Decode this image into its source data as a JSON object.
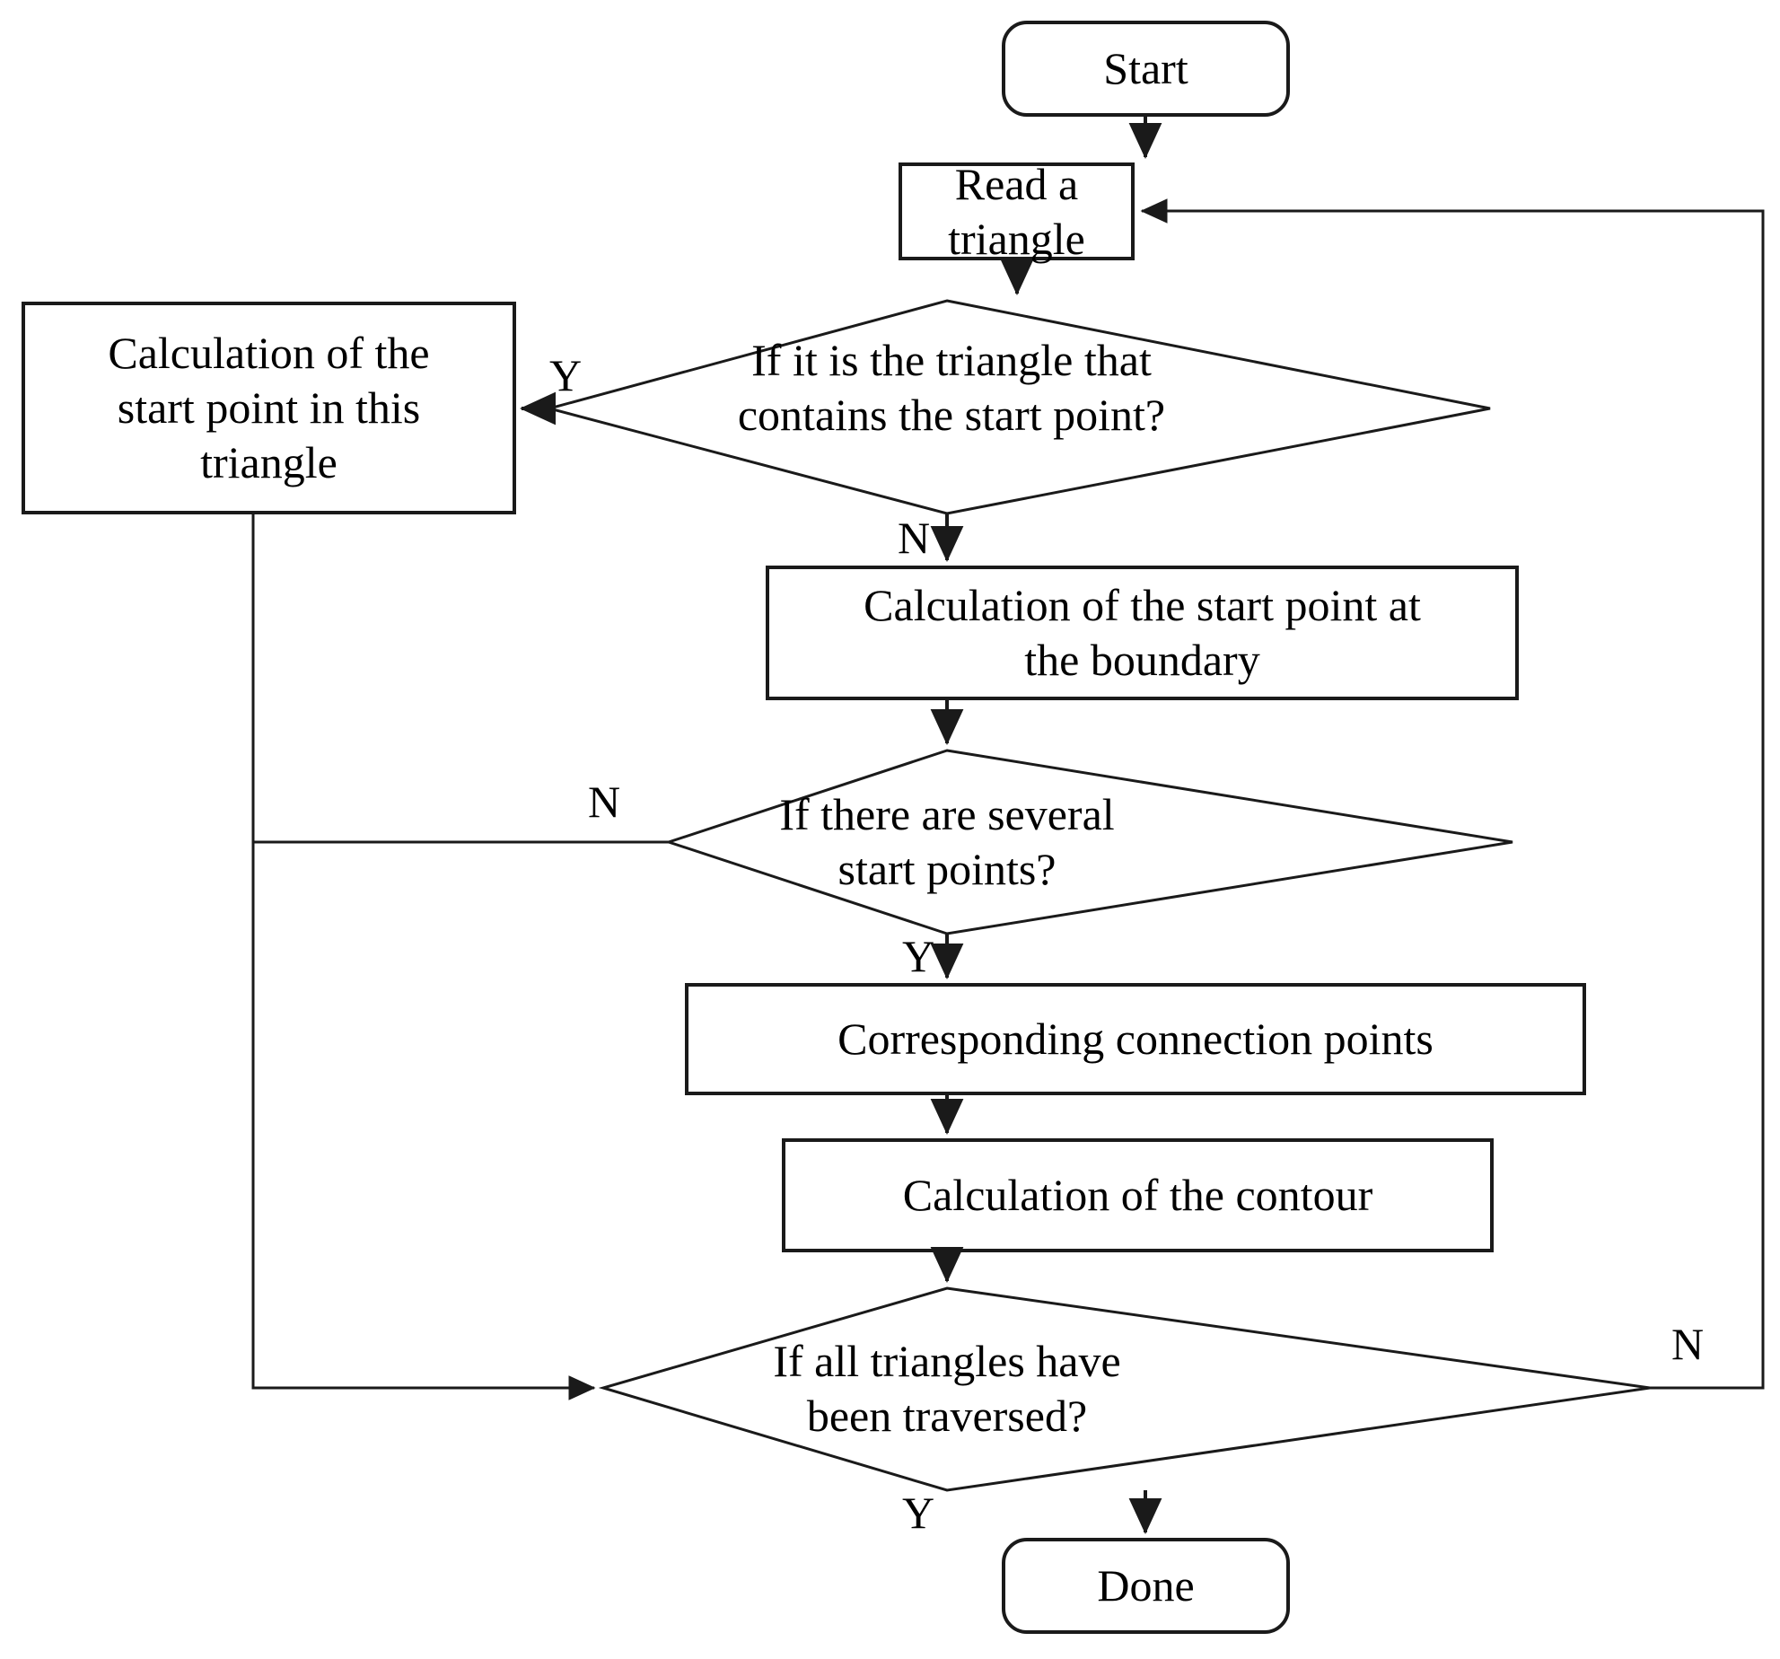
{
  "diagram": {
    "title": "Contour calculation flowchart",
    "background_color": "#ffffff",
    "stroke_color": "#1a1a1a"
  },
  "nodes": {
    "start": {
      "label": "Start",
      "shape": "terminator"
    },
    "read_triangle": {
      "label": "Read a triangle",
      "shape": "process"
    },
    "decide_contains": {
      "label": "If it is the triangle that\ncontains the start point?",
      "shape": "decision"
    },
    "calc_in_triangle": {
      "label": "Calculation of the\nstart point in this\ntriangle",
      "shape": "process"
    },
    "calc_boundary": {
      "label": "Calculation of the start point at\nthe boundary",
      "shape": "process"
    },
    "decide_several": {
      "label": "If there are several\nstart points?",
      "shape": "decision"
    },
    "connection_points": {
      "label": "Corresponding connection points",
      "shape": "process"
    },
    "calc_contour": {
      "label": "Calculation of the contour",
      "shape": "process"
    },
    "decide_traversed": {
      "label": "If all triangles have\nbeen traversed?",
      "shape": "decision"
    },
    "done": {
      "label": "Done",
      "shape": "terminator"
    }
  },
  "edge_labels": {
    "contains_yes": "Y",
    "contains_no": "N",
    "several_no": "N",
    "several_yes": "Y",
    "traversed_no": "N",
    "traversed_yes": "Y"
  }
}
